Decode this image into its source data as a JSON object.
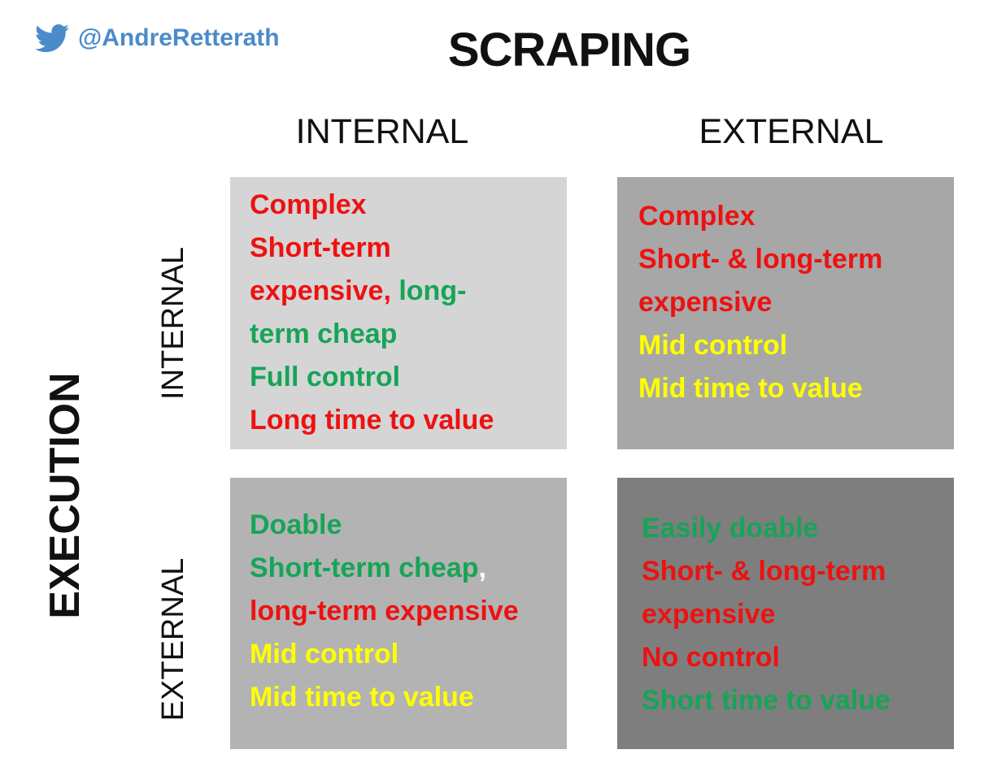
{
  "attribution": {
    "handle": "@AndreRetterath",
    "color": "#4b8bc9"
  },
  "matrix": {
    "column_axis_title": "SCRAPING",
    "row_axis_title": "EXECUTION",
    "column_headers": [
      "INTERNAL",
      "EXTERNAL"
    ],
    "row_headers": [
      "INTERNAL",
      "EXTERNAL"
    ]
  },
  "quadrants": {
    "top_left": {
      "bg": "#d5d5d5",
      "lines": [
        {
          "segments": [
            {
              "text": "Complex",
              "color": "#ee1111"
            }
          ]
        },
        {
          "segments": [
            {
              "text": "Short-term",
              "color": "#ee1111"
            }
          ]
        },
        {
          "segments": [
            {
              "text": "expensive,",
              "color": "#ee1111"
            },
            {
              "text": " long-",
              "color": "#17a457"
            }
          ]
        },
        {
          "segments": [
            {
              "text": "term cheap",
              "color": "#17a457"
            }
          ]
        },
        {
          "segments": [
            {
              "text": "Full control",
              "color": "#17a457"
            }
          ]
        },
        {
          "segments": [
            {
              "text": "Long time to value",
              "color": "#ee1111"
            }
          ]
        }
      ]
    },
    "top_right": {
      "bg": "#a7a7a7",
      "lines": [
        {
          "segments": [
            {
              "text": "Complex",
              "color": "#ee1111"
            }
          ]
        },
        {
          "segments": [
            {
              "text": "Short- & long-term",
              "color": "#ee1111"
            }
          ]
        },
        {
          "segments": [
            {
              "text": "expensive",
              "color": "#ee1111"
            }
          ]
        },
        {
          "segments": [
            {
              "text": "Mid control",
              "color": "#ffff00"
            }
          ]
        },
        {
          "segments": [
            {
              "text": "Mid time to value",
              "color": "#ffff00"
            }
          ]
        }
      ]
    },
    "bottom_left": {
      "bg": "#b3b3b3",
      "lines": [
        {
          "segments": [
            {
              "text": "Doable",
              "color": "#17a457"
            }
          ]
        },
        {
          "segments": [
            {
              "text": "Short-term cheap",
              "color": "#17a457"
            },
            {
              "text": ",",
              "color": "#ffffff"
            }
          ]
        },
        {
          "segments": [
            {
              "text": "long-term expensive",
              "color": "#ee1111"
            }
          ]
        },
        {
          "segments": [
            {
              "text": "Mid control",
              "color": "#ffff00"
            }
          ]
        },
        {
          "segments": [
            {
              "text": "Mid time to value",
              "color": "#ffff00"
            }
          ]
        }
      ]
    },
    "bottom_right": {
      "bg": "#7e7e7e",
      "lines": [
        {
          "segments": [
            {
              "text": "Easily doable",
              "color": "#17a457"
            }
          ]
        },
        {
          "segments": [
            {
              "text": "Short- & long-term",
              "color": "#ee1111"
            }
          ]
        },
        {
          "segments": [
            {
              "text": "expensive",
              "color": "#ee1111"
            }
          ]
        },
        {
          "segments": [
            {
              "text": "No control",
              "color": "#ee1111"
            }
          ]
        },
        {
          "segments": [
            {
              "text": "Short time to value",
              "color": "#17a457"
            }
          ]
        }
      ]
    }
  }
}
